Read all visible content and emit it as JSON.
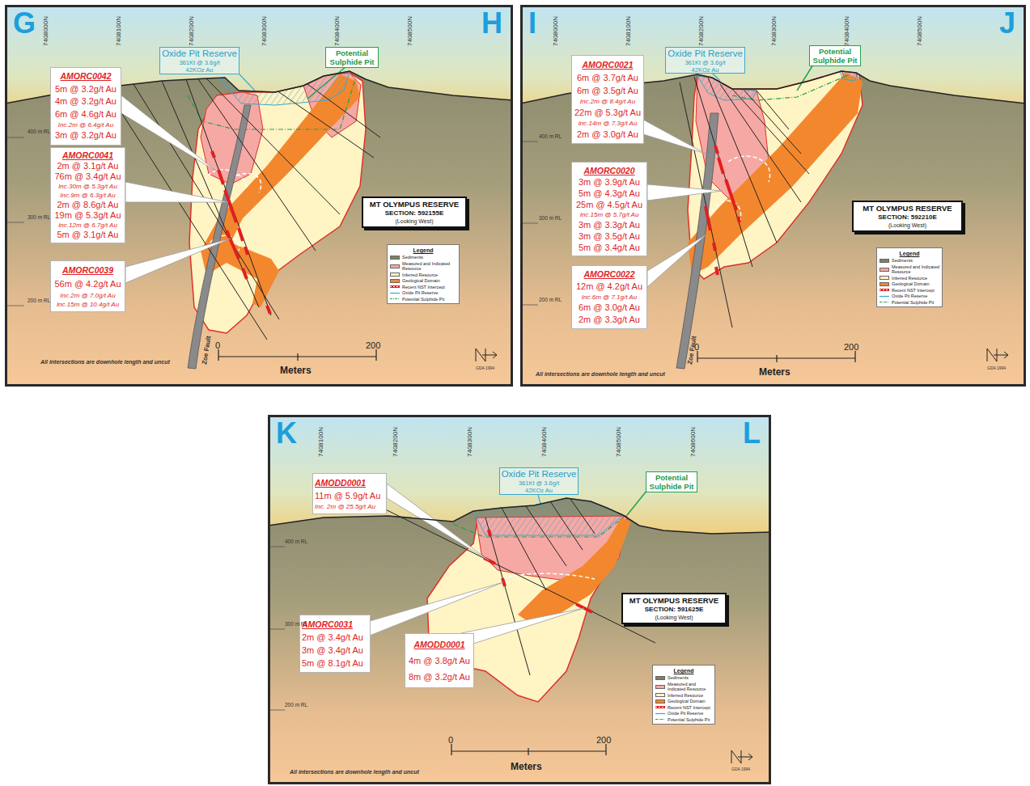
{
  "diagram": {
    "nodes": [
      {
        "text": [
          "G",
          "H"
        ]
      },
      {
        "text": [
          "Oxide Pit Reserve",
          "361Kt @ 3.6g/t",
          "42KOz Au"
        ],
        "in": 0
      },
      {
        "text": [
          "Potential Sulphide Pit"
        ],
        "in": 0
      },
      {
        "text": [
          "AMORC0042",
          "5m @ 3.2g/t Au",
          "4m @ 3.2g/t Au",
          "6m @ 4.6g/t Au",
          "Inc.2m @ 6.4g/t Au",
          "3m @ 3.2g/t Au"
        ],
        "in": 0
      },
      {
        "text": [
          "AMORC0041",
          "2m @ 3.1g/t Au",
          "76m @ 3.4g/t Au",
          "Inc.30m @ 5.3g/t Au",
          "Inc.9m @ 6.3g/t Au",
          "2m @ 8.6g/t Au",
          "19m @ 5.3g/t Au",
          "Inc.12m @ 6.7g/t Au",
          "5m @ 3.1g/t Au"
        ],
        "in": 0
      },
      {
        "text": [
          "MT OLYMPUS RESERVE",
          "SECTION: 592155E",
          "(Looking West)"
        ],
        "in": 0
      },
      {
        "text": [
          "Legend"
        ],
        "in": 0
      },
      {
        "text": [
          "AMORC0039",
          "56m @ 4.2g/t Au",
          "Inc.2m @ 7.0g/t Au",
          "Inc.15m @ 10.4g/t Au"
        ],
        "in": 0
      },
      {
        "text": [
          "I",
          "J"
        ]
      },
      {
        "text": [
          "Oxide Pit Reserve",
          "361Kt @ 3.6g/t",
          "42KOz Au"
        ],
        "in": 8
      },
      {
        "text": [
          "Potential Sulphide Pit"
        ],
        "in": 8
      },
      {
        "text": [
          "AMORC0021",
          "6m @ 3.7g/t Au",
          "6m @ 3.5g/t Au",
          "Inc.2m @ 8.4g/t Au",
          "22m @ 5.3g/t Au",
          "Inc.14m @ 7.3g/t Au",
          "2m @ 3.0g/t Au"
        ],
        "in": 8
      },
      {
        "text": [
          "AMORC0020",
          "3m @ 3.9g/t Au",
          "5m @ 4.3g/t Au",
          "25m @ 4.5g/t Au",
          "Inc.15m @ 5.7g/t Au",
          "3m @ 3.3g/t Au",
          "3m @ 3.5g/t Au",
          "5m @ 3.4g/t Au"
        ],
        "in": 8
      },
      {
        "text": [
          "MT OLYMPUS RESERVE",
          "SECTION: 592210E",
          "(Looking West)"
        ],
        "in": 8
      },
      {
        "text": [
          "Legend"
        ],
        "in": 8
      },
      {
        "text": [
          "AMORC0022",
          "12m @ 4.2g/t Au",
          "Inc.6m @ 7.1g/t Au",
          "6m @ 3.0g/t Au",
          "2m @ 3.3g/t Au"
        ],
        "in": 8
      },
      {
        "text": [
          "K",
          "L"
        ]
      },
      {
        "text": [
          "Oxide Pit Reserve",
          "361Kt @ 3.6g/t",
          "42KOz Au"
        ],
        "in": 16
      },
      {
        "text": [
          "Potential Sulphide Pit"
        ],
        "in": 16
      },
      {
        "text": [
          "AMODD0001",
          "11m @ 5.9g/t Au",
          "Inc. 2m @ 25.5g/t Au"
        ],
        "in": 16
      },
      {
        "text": [
          "AMORC0031",
          "2m @ 3.4g/t Au",
          "3m @ 3.4g/t Au",
          "5m @ 8.1g/t Au"
        ],
        "in": 16
      },
      {
        "text": [
          "MT OLYMPUS RESERVE",
          "SECTION: 591625E",
          "(Looking West)"
        ],
        "in": 16
      },
      {
        "text": [
          "AMODD0001",
          "4m @ 3.8g/t Au",
          "8m @ 3.2g/t Au"
        ],
        "in": 16
      },
      {
        "text": [
          "Legend"
        ],
        "in": 16
      }
    ],
    "labels": [
      "7408000N",
      "7408100N",
      "7408200N",
      "7408300N",
      "7408400N",
      "7408500N",
      "400 m RL",
      "300 m RL",
      "200 m RL",
      "Zoe Fault",
      "0",
      "200",
      "Meters",
      "All intersections are downhole length and uncut",
      "GDA 1994",
      "7408000N",
      "7408100N",
      "7408200N",
      "7408300N",
      "7408400N",
      "7408500N",
      "400 m RL",
      "300 m RL",
      "200 m RL",
      "Zoe Fault",
      "0",
      "200",
      "Meters",
      "All intersections are downhole length and uncut",
      "GDA 1994",
      "7408100N",
      "7408200N",
      "7408300N",
      "7408400N",
      "7408500N",
      "7408600N",
      "400 m RL",
      "300 m RL",
      "200 m RL",
      "0",
      "200",
      "Meters",
      "All intersections are downhole length and uncut",
      "GDA 1994"
    ],
    "legend": [
      {
        "text": "Sediments",
        "color": "#7d8163"
      },
      {
        "text": "Measured and Indicated Resource",
        "color": "#f6a8a4"
      },
      {
        "text": "Inferred Resource",
        "color": "#fff4c4"
      },
      {
        "text": "Geological Domain",
        "color": "#f3872e"
      },
      {
        "text": "Recent NST Intercept"
      },
      {
        "text": "Oxide Pit Reserve"
      },
      {
        "text": "Potential Sulphide Pit"
      },
      {
        "text": "Sediments",
        "color": "#7d8163"
      },
      {
        "text": "Measured and Indicated Resource",
        "color": "#f6a8a4"
      },
      {
        "text": "Inferred Resource",
        "color": "#fff4c4"
      },
      {
        "text": "Geological Domain",
        "color": "#f3872e"
      },
      {
        "text": "Recent NST Intercept"
      },
      {
        "text": "Oxide Pit Reserve"
      },
      {
        "text": "Potential Sulphide Pit"
      },
      {
        "text": "Sediments",
        "color": "#7d8163"
      },
      {
        "text": "Measured and Indicated Resource",
        "color": "#f6a8a4"
      },
      {
        "text": "Inferred Resource",
        "color": "#fff4c4"
      },
      {
        "text": "Geological Domain",
        "color": "#f3872e"
      },
      {
        "text": "Recent NST Intercept"
      },
      {
        "text": "Oxide Pit Reserve"
      },
      {
        "text": "Potential Sulphide Pit"
      }
    ]
  }
}
